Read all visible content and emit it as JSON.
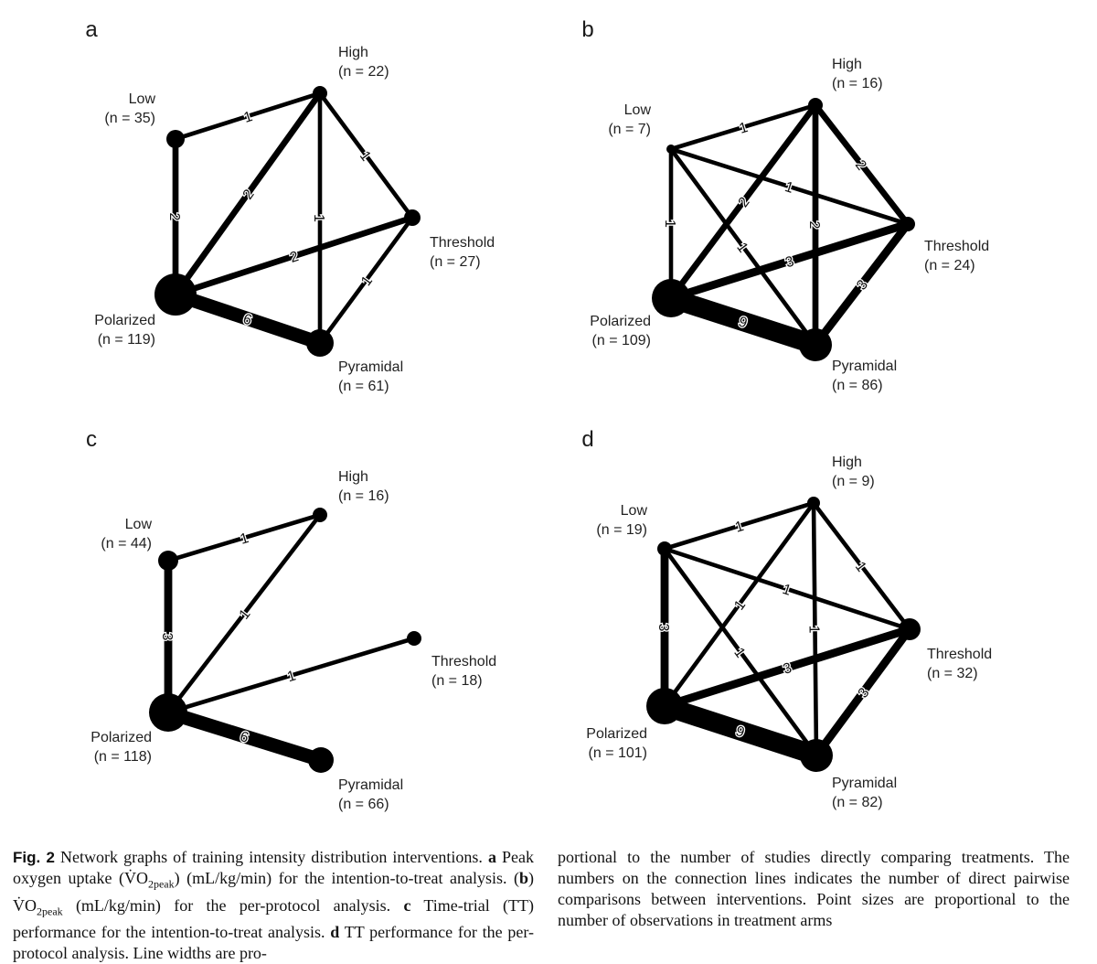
{
  "figure": {
    "panels": [
      {
        "letter": "a",
        "nodes": [
          {
            "id": "high",
            "name": "High",
            "n": "(n = 22)"
          },
          {
            "id": "low",
            "name": "Low",
            "n": "(n = 35)"
          },
          {
            "id": "threshold",
            "name": "Threshold",
            "n": "(n = 27)"
          },
          {
            "id": "polarized",
            "name": "Polarized",
            "n": "(n = 119)"
          },
          {
            "id": "pyramidal",
            "name": "Pyramidal",
            "n": "(n = 61)"
          }
        ],
        "edges": [
          {
            "from": "low",
            "to": "high",
            "label": "1"
          },
          {
            "from": "low",
            "to": "polarized",
            "label": "2"
          },
          {
            "from": "polarized",
            "to": "high",
            "label": "2"
          },
          {
            "from": "high",
            "to": "threshold",
            "label": "1"
          },
          {
            "from": "high",
            "to": "pyramidal",
            "label": "1"
          },
          {
            "from": "polarized",
            "to": "threshold",
            "label": "2"
          },
          {
            "from": "threshold",
            "to": "pyramidal",
            "label": "1"
          },
          {
            "from": "polarized",
            "to": "pyramidal",
            "label": "6"
          }
        ]
      },
      {
        "letter": "b",
        "nodes": [
          {
            "id": "high",
            "name": "High",
            "n": "(n = 16)"
          },
          {
            "id": "low",
            "name": "Low",
            "n": "(n = 7)"
          },
          {
            "id": "threshold",
            "name": "Threshold",
            "n": "(n = 24)"
          },
          {
            "id": "polarized",
            "name": "Polarized",
            "n": "(n = 109)"
          },
          {
            "id": "pyramidal",
            "name": "Pyramidal",
            "n": "(n = 86)"
          }
        ],
        "edges": [
          {
            "from": "low",
            "to": "high",
            "label": "1"
          },
          {
            "from": "low",
            "to": "polarized",
            "label": "1"
          },
          {
            "from": "low",
            "to": "threshold",
            "label": "1"
          },
          {
            "from": "low",
            "to": "pyramidal",
            "label": "1"
          },
          {
            "from": "polarized",
            "to": "high",
            "label": "2"
          },
          {
            "from": "high",
            "to": "threshold",
            "label": "2"
          },
          {
            "from": "high",
            "to": "pyramidal",
            "label": "2"
          },
          {
            "from": "polarized",
            "to": "threshold",
            "label": "3"
          },
          {
            "from": "threshold",
            "to": "pyramidal",
            "label": "3"
          },
          {
            "from": "polarized",
            "to": "pyramidal",
            "label": "9"
          }
        ]
      },
      {
        "letter": "c",
        "nodes": [
          {
            "id": "high",
            "name": "High",
            "n": "(n = 16)"
          },
          {
            "id": "low",
            "name": "Low",
            "n": "(n = 44)"
          },
          {
            "id": "threshold",
            "name": "Threshold",
            "n": "(n = 18)"
          },
          {
            "id": "polarized",
            "name": "Polarized",
            "n": "(n = 118)"
          },
          {
            "id": "pyramidal",
            "name": "Pyramidal",
            "n": "(n = 66)"
          }
        ],
        "edges": [
          {
            "from": "low",
            "to": "high",
            "label": "1"
          },
          {
            "from": "low",
            "to": "polarized",
            "label": "3"
          },
          {
            "from": "polarized",
            "to": "high",
            "label": "1"
          },
          {
            "from": "polarized",
            "to": "threshold",
            "label": "1"
          },
          {
            "from": "polarized",
            "to": "pyramidal",
            "label": "6"
          }
        ]
      },
      {
        "letter": "d",
        "nodes": [
          {
            "id": "high",
            "name": "High",
            "n": "(n = 9)"
          },
          {
            "id": "low",
            "name": "Low",
            "n": "(n = 19)"
          },
          {
            "id": "threshold",
            "name": "Threshold",
            "n": "(n = 32)"
          },
          {
            "id": "polarized",
            "name": "Polarized",
            "n": "(n = 101)"
          },
          {
            "id": "pyramidal",
            "name": "Pyramidal",
            "n": "(n = 82)"
          }
        ],
        "edges": [
          {
            "from": "low",
            "to": "high",
            "label": "1"
          },
          {
            "from": "low",
            "to": "polarized",
            "label": "3"
          },
          {
            "from": "low",
            "to": "threshold",
            "label": "1"
          },
          {
            "from": "low",
            "to": "pyramidal",
            "label": "1"
          },
          {
            "from": "polarized",
            "to": "high",
            "label": "1"
          },
          {
            "from": "high",
            "to": "threshold",
            "label": "1"
          },
          {
            "from": "high",
            "to": "pyramidal",
            "label": "1"
          },
          {
            "from": "polarized",
            "to": "threshold",
            "label": "3"
          },
          {
            "from": "threshold",
            "to": "pyramidal",
            "label": "3"
          },
          {
            "from": "polarized",
            "to": "pyramidal",
            "label": "9"
          }
        ]
      }
    ]
  },
  "caption": {
    "label": "Fig. 2",
    "left": {
      "t1": " Network graphs of training intensity distribution interventions. ",
      "a": "a",
      "t2": " Peak oxygen uptake (",
      "vo": "V̇O",
      "sub": "2peak",
      "t3": ") (mL/kg/min) for the intention-to-treat analysis. (",
      "b": "b",
      "t4": ") ",
      "vo2": "V̇O",
      "sub2": "2peak",
      "t5": " (mL/kg/min) for the per-protocol analysis. ",
      "c": "c",
      "t6": " Time-trial (TT) performance for the intention-to-treat analysis. ",
      "d": "d",
      "t7": " TT performance for the per-protocol analysis. Line widths are pro-"
    },
    "right": "portional to the number of studies directly comparing treatments. The numbers on the connection lines indicates the number of direct pairwise comparisons between interventions. Point sizes are proportional to the number of observations in treatment arms"
  }
}
